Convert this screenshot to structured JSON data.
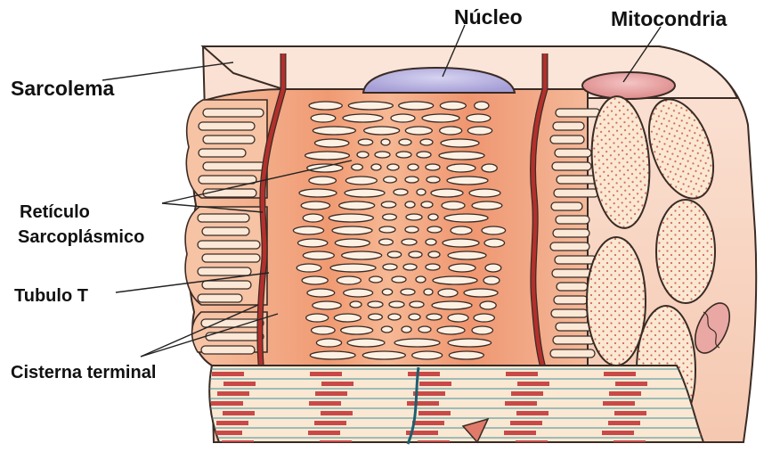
{
  "labels": {
    "nucleo": "Núcleo",
    "mitocondria": "Mitocondria",
    "sarcolema": "Sarcolema",
    "reticulo_line1": "Retículo",
    "reticulo_line2": "Sarcoplásmico",
    "tubulo_t": "Tubulo T",
    "cisterna": "Cisterna terminal"
  },
  "colors": {
    "tissue_light": "#f9e0d0",
    "tissue_mid": "#f2a07a",
    "tissue_dark": "#e0744a",
    "t_tubule": "#b3302c",
    "nucleus": "#b8b3e0",
    "mitochondria": "#e6a0a0",
    "myofibril_cream": "#fbe8d2",
    "stripe_red": "#c84a48",
    "fiber_teal": "#3b8f9e",
    "outline": "#3a2b25"
  }
}
